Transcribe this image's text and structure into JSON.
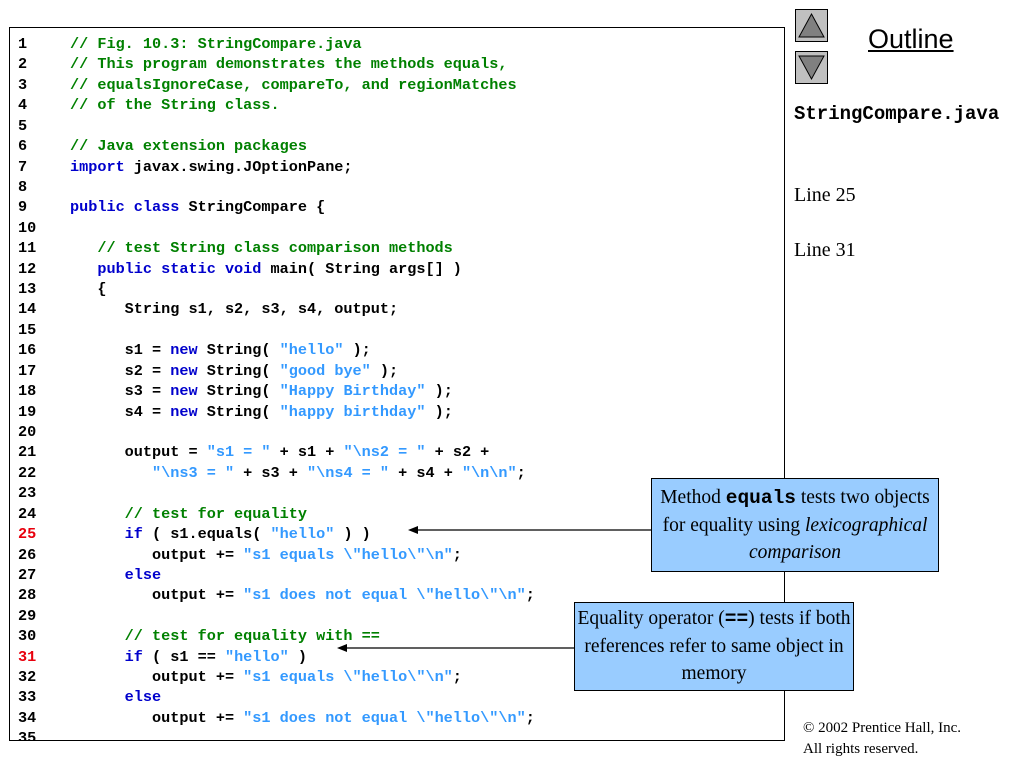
{
  "code_lines": [
    {
      "n": "1",
      "tokens": [
        {
          "t": "c",
          "v": "// Fig. 10.3: StringCompare.java"
        }
      ]
    },
    {
      "n": "2",
      "tokens": [
        {
          "t": "c",
          "v": "// This program demonstrates the methods equals,"
        }
      ]
    },
    {
      "n": "3",
      "tokens": [
        {
          "t": "c",
          "v": "// equalsIgnoreCase, compareTo, and regionMatches"
        }
      ]
    },
    {
      "n": "4",
      "tokens": [
        {
          "t": "c",
          "v": "// of the String class."
        }
      ]
    },
    {
      "n": "5",
      "tokens": []
    },
    {
      "n": "6",
      "tokens": [
        {
          "t": "c",
          "v": "// Java extension packages"
        }
      ]
    },
    {
      "n": "7",
      "tokens": [
        {
          "t": "k",
          "v": "import"
        },
        {
          "t": "t",
          "v": " javax.swing.JOptionPane;"
        }
      ]
    },
    {
      "n": "8",
      "tokens": []
    },
    {
      "n": "9",
      "tokens": [
        {
          "t": "k",
          "v": "public class"
        },
        {
          "t": "t",
          "v": " StringCompare {"
        }
      ]
    },
    {
      "n": "10",
      "tokens": []
    },
    {
      "n": "11",
      "tokens": [
        {
          "t": "c",
          "v": "   // test String class comparison methods"
        }
      ]
    },
    {
      "n": "12",
      "tokens": [
        {
          "t": "k",
          "v": "   public static void"
        },
        {
          "t": "t",
          "v": " main( String args[] )"
        }
      ]
    },
    {
      "n": "13",
      "tokens": [
        {
          "t": "t",
          "v": "   {"
        }
      ]
    },
    {
      "n": "14",
      "tokens": [
        {
          "t": "t",
          "v": "      String s1, s2, s3, s4, output;"
        }
      ]
    },
    {
      "n": "15",
      "tokens": []
    },
    {
      "n": "16",
      "tokens": [
        {
          "t": "t",
          "v": "      s1 = "
        },
        {
          "t": "k",
          "v": "new"
        },
        {
          "t": "t",
          "v": " String( "
        },
        {
          "t": "s",
          "v": "\"hello\""
        },
        {
          "t": "t",
          "v": " );"
        }
      ]
    },
    {
      "n": "17",
      "tokens": [
        {
          "t": "t",
          "v": "      s2 = "
        },
        {
          "t": "k",
          "v": "new"
        },
        {
          "t": "t",
          "v": " String( "
        },
        {
          "t": "s",
          "v": "\"good bye\""
        },
        {
          "t": "t",
          "v": " );"
        }
      ]
    },
    {
      "n": "18",
      "tokens": [
        {
          "t": "t",
          "v": "      s3 = "
        },
        {
          "t": "k",
          "v": "new"
        },
        {
          "t": "t",
          "v": " String( "
        },
        {
          "t": "s",
          "v": "\"Happy Birthday\""
        },
        {
          "t": "t",
          "v": " );"
        }
      ]
    },
    {
      "n": "19",
      "tokens": [
        {
          "t": "t",
          "v": "      s4 = "
        },
        {
          "t": "k",
          "v": "new"
        },
        {
          "t": "t",
          "v": " String( "
        },
        {
          "t": "s",
          "v": "\"happy birthday\""
        },
        {
          "t": "t",
          "v": " );"
        }
      ]
    },
    {
      "n": "20",
      "tokens": []
    },
    {
      "n": "21",
      "tokens": [
        {
          "t": "t",
          "v": "      output = "
        },
        {
          "t": "s",
          "v": "\"s1 = \""
        },
        {
          "t": "t",
          "v": " + s1 + "
        },
        {
          "t": "s",
          "v": "\"\\ns2 = \""
        },
        {
          "t": "t",
          "v": " + s2 +"
        }
      ]
    },
    {
      "n": "22",
      "tokens": [
        {
          "t": "s",
          "v": "         \"\\ns3 = \""
        },
        {
          "t": "t",
          "v": " + s3 + "
        },
        {
          "t": "s",
          "v": "\"\\ns4 = \""
        },
        {
          "t": "t",
          "v": " + s4 + "
        },
        {
          "t": "s",
          "v": "\"\\n\\n\""
        },
        {
          "t": "t",
          "v": ";"
        }
      ]
    },
    {
      "n": "23",
      "tokens": []
    },
    {
      "n": "24",
      "tokens": [
        {
          "t": "c",
          "v": "      // test for equality"
        }
      ]
    },
    {
      "n": "25",
      "red": true,
      "tokens": [
        {
          "t": "k",
          "v": "      if"
        },
        {
          "t": "t",
          "v": " ( s1.equals( "
        },
        {
          "t": "s",
          "v": "\"hello\""
        },
        {
          "t": "t",
          "v": " ) )"
        }
      ]
    },
    {
      "n": "26",
      "tokens": [
        {
          "t": "t",
          "v": "         output += "
        },
        {
          "t": "s",
          "v": "\"s1 equals \\\"hello\\\"\\n\""
        },
        {
          "t": "t",
          "v": ";"
        }
      ]
    },
    {
      "n": "27",
      "tokens": [
        {
          "t": "k",
          "v": "      else"
        }
      ]
    },
    {
      "n": "28",
      "tokens": [
        {
          "t": "t",
          "v": "         output += "
        },
        {
          "t": "s",
          "v": "\"s1 does not equal \\\"hello\\\"\\n\""
        },
        {
          "t": "t",
          "v": ";"
        }
      ]
    },
    {
      "n": "29",
      "tokens": []
    },
    {
      "n": "30",
      "tokens": [
        {
          "t": "c",
          "v": "      // test for equality with =="
        }
      ]
    },
    {
      "n": "31",
      "red": true,
      "tokens": [
        {
          "t": "k",
          "v": "      if"
        },
        {
          "t": "t",
          "v": " ( s1 == "
        },
        {
          "t": "s",
          "v": "\"hello\""
        },
        {
          "t": "t",
          "v": " )"
        }
      ]
    },
    {
      "n": "32",
      "tokens": [
        {
          "t": "t",
          "v": "         output += "
        },
        {
          "t": "s",
          "v": "\"s1 equals \\\"hello\\\"\\n\""
        },
        {
          "t": "t",
          "v": ";"
        }
      ]
    },
    {
      "n": "33",
      "tokens": [
        {
          "t": "k",
          "v": "      else"
        }
      ]
    },
    {
      "n": "34",
      "tokens": [
        {
          "t": "t",
          "v": "         output += "
        },
        {
          "t": "s",
          "v": "\"s1 does not equal \\\"hello\\\"\\n\""
        },
        {
          "t": "t",
          "v": ";"
        }
      ]
    },
    {
      "n": "35",
      "tokens": []
    }
  ],
  "sidebar": {
    "outline_label": "Outline",
    "up_icon": "triangle-up-icon",
    "down_icon": "triangle-down-icon",
    "file_name": "StringCompare.java",
    "line_refs": [
      "Line 25",
      "Line 31"
    ]
  },
  "callouts": {
    "equals": {
      "part1": "Method ",
      "code": "equals",
      "part2": " tests two objects for equality using ",
      "italic": "lexicographical comparison"
    },
    "equality_op": {
      "part1": "Equality operator (",
      "code": "==",
      "part2": ") tests if both references refer to same object in memory"
    }
  },
  "copyright": {
    "line1": "© 2002 Prentice Hall, Inc.",
    "line2": "All rights reserved."
  },
  "colors": {
    "comment": "#008000",
    "keyword": "#0000cc",
    "string": "#3399ff",
    "highlight_line_number": "#e8000d",
    "callout_bg": "#99ccff",
    "nav_button": "#c0c0c0"
  }
}
